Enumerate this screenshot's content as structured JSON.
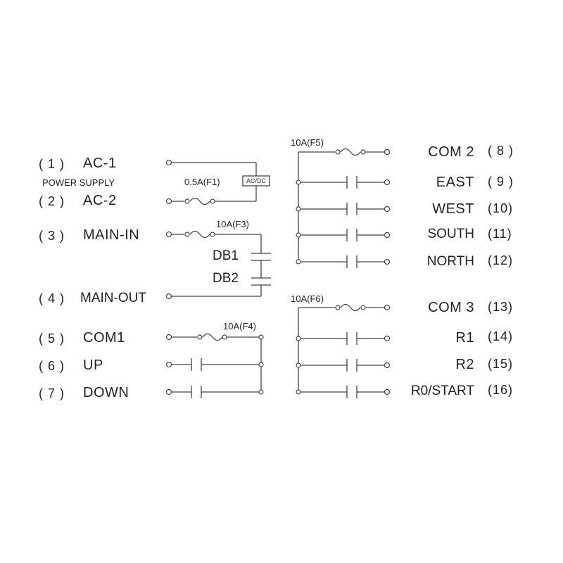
{
  "left": {
    "power_supply_caption": "POWER SUPPLY",
    "terminals": [
      {
        "num": "( 1 )",
        "label": "AC-1"
      },
      {
        "num": "( 2 )",
        "label": "AC-2"
      },
      {
        "num": "( 3 )",
        "label": "MAIN-IN"
      },
      {
        "num": "( 4 )",
        "label": "MAIN-OUT"
      },
      {
        "num": "( 5 )",
        "label": "COM1"
      },
      {
        "num": "( 6 )",
        "label": "UP"
      },
      {
        "num": "( 7 )",
        "label": "DOWN"
      }
    ],
    "fuse_f1": "0.5A(F1)",
    "acdc_box": "AC/DC",
    "fuse_f3": "10A(F3)",
    "db1": "DB1",
    "db2": "DB2",
    "fuse_f4": "10A(F4)"
  },
  "right": {
    "fuse_f5": "10A(F5)",
    "fuse_f6": "10A(F6)",
    "terminals": [
      {
        "label": "COM 2",
        "num": "( 8 )"
      },
      {
        "label": "EAST",
        "num": "( 9 )"
      },
      {
        "label": "WEST",
        "num": "(10)"
      },
      {
        "label": "SOUTH",
        "num": "(11)"
      },
      {
        "label": "NORTH",
        "num": "(12)"
      },
      {
        "label": "COM 3",
        "num": "(13)"
      },
      {
        "label": "R1",
        "num": "(14)"
      },
      {
        "label": "R2",
        "num": "(15)"
      },
      {
        "label": "R0/START",
        "num": "(16)"
      }
    ]
  }
}
